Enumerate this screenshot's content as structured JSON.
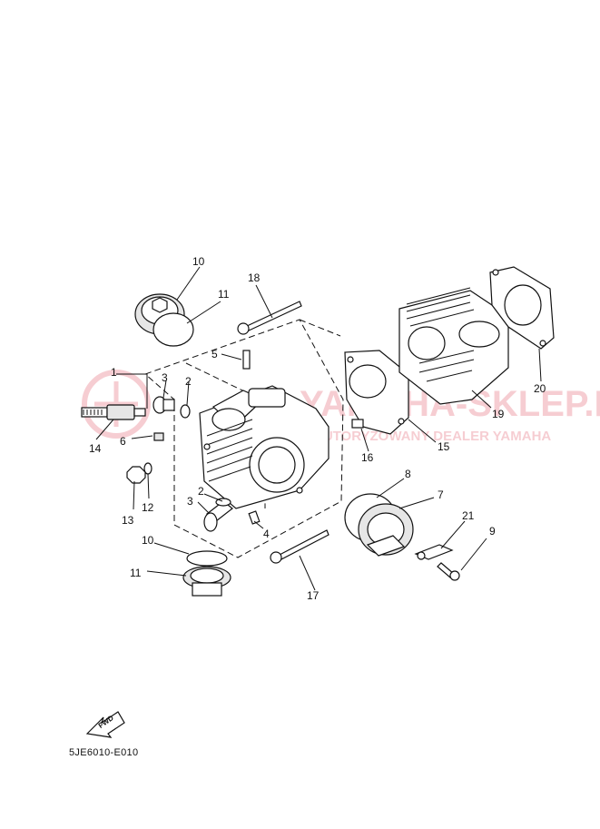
{
  "diagram_code": "5JE6010-E010",
  "fwd_label": "FWD",
  "watermark": {
    "line1": "YAMAHA-SKLEP.PL",
    "line2": "AUTORYZOWANY DEALER YAMAHA",
    "color": "#e05060"
  },
  "callouts": [
    "1",
    "2",
    "3",
    "14",
    "6",
    "13",
    "12",
    "4",
    "5",
    "10",
    "11",
    "18",
    "2",
    "3",
    "11",
    "10",
    "17",
    "7",
    "8",
    "21",
    "9",
    "16",
    "15",
    "19",
    "20"
  ]
}
